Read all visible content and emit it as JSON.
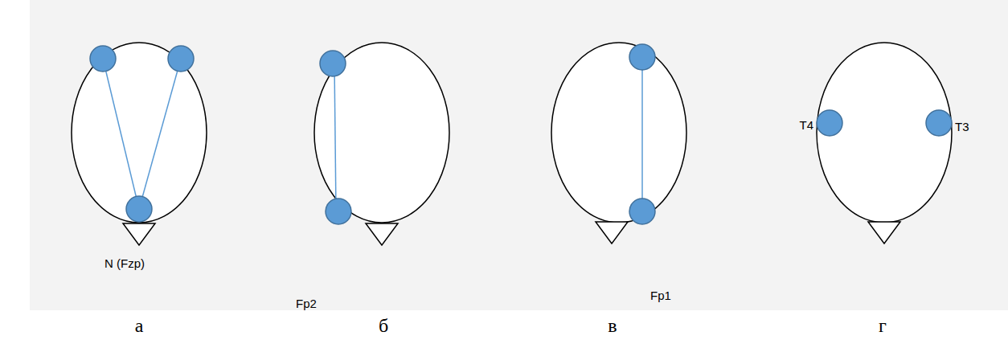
{
  "diagram": {
    "labels": [
      "N (Fzp)",
      "Fp2",
      "Fp1",
      "T4",
      "T3",
      "а",
      "б",
      "в",
      "г"
    ]
  }
}
